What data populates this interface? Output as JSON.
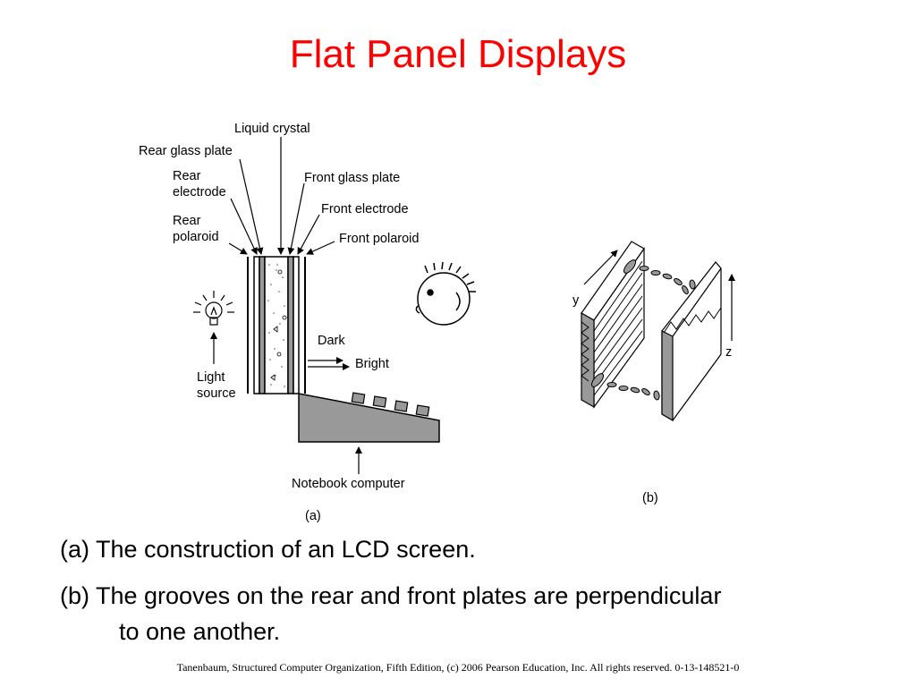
{
  "title": "Flat Panel Displays",
  "figure_a": {
    "labels": {
      "liquid_crystal": "Liquid crystal",
      "rear_glass_plate": "Rear glass plate",
      "rear_electrode_1": "Rear",
      "rear_electrode_2": "electrode",
      "rear_polaroid_1": "Rear",
      "rear_polaroid_2": "polaroid",
      "front_glass_plate": "Front glass plate",
      "front_electrode": "Front electrode",
      "front_polaroid": "Front polaroid",
      "dark": "Dark",
      "bright": "Bright",
      "light_source_1": "Light",
      "light_source_2": "source",
      "notebook_computer": "Notebook computer",
      "caption": "(a)"
    }
  },
  "figure_b": {
    "labels": {
      "y": "y",
      "z": "z",
      "caption": "(b)"
    }
  },
  "captions": {
    "line1": "(a) The construction of an LCD screen.",
    "line2": "(b) The grooves on the rear and front plates are perpendicular",
    "line3": "to one another."
  },
  "footer": "Tanenbaum, Structured Computer Organization, Fifth Edition, (c) 2006 Pearson Education, Inc. All rights reserved. 0-13-148521-0",
  "colors": {
    "title": "#ff0000",
    "panel_gray": "#999999",
    "text": "#000000"
  }
}
